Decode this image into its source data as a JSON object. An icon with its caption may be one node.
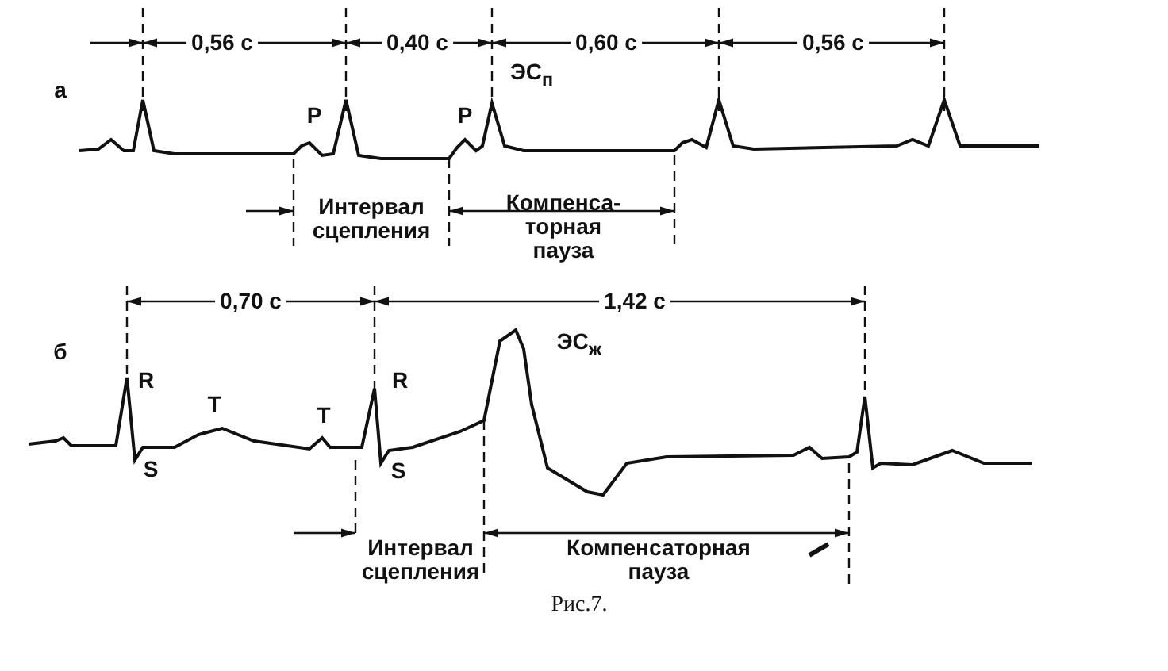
{
  "diagram": {
    "caption": "Рис.7.",
    "labels": [
      "0,56 с",
      "0,40 с",
      "0,60 с",
      "0,56 с",
      "а",
      "ЭС$_{п}$",
      "P",
      "P",
      "Интервал сцепления",
      "Компенса- торная пауза",
      "0,70 с",
      "1,42 с",
      "б",
      "ЭС$_{ж}$",
      "R",
      "T",
      "T",
      "R",
      "S",
      "S",
      "Интервал сцепления",
      "Компенсаторная пауза"
    ]
  }
}
